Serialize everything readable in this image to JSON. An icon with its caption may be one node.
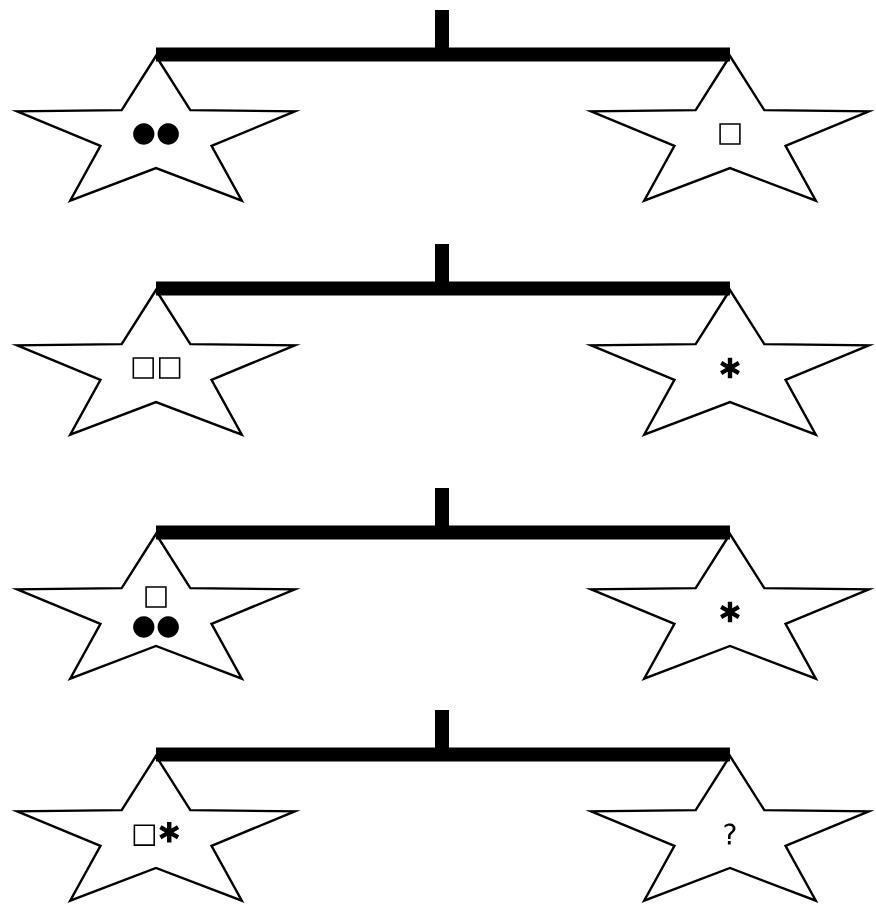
{
  "diagram": {
    "nodes": [
      {
        "text": [
          "●●"
        ]
      },
      {
        "text": [
          "□"
        ]
      },
      {
        "text": [
          "□□"
        ]
      },
      {
        "text": [
          "✱"
        ]
      },
      {
        "text": [
          "□ ●●"
        ]
      },
      {
        "text": [
          "✱"
        ]
      },
      {
        "text": [
          "□✱"
        ]
      },
      {
        "text": [
          "?"
        ]
      }
    ],
    "edges": [
      {
        "from": 0,
        "to": 1,
        "arrow": "none"
      },
      {
        "from": 2,
        "to": 3,
        "arrow": "none"
      },
      {
        "from": 4,
        "to": 5,
        "arrow": "none"
      },
      {
        "from": 6,
        "to": 7,
        "arrow": "none"
      }
    ]
  }
}
